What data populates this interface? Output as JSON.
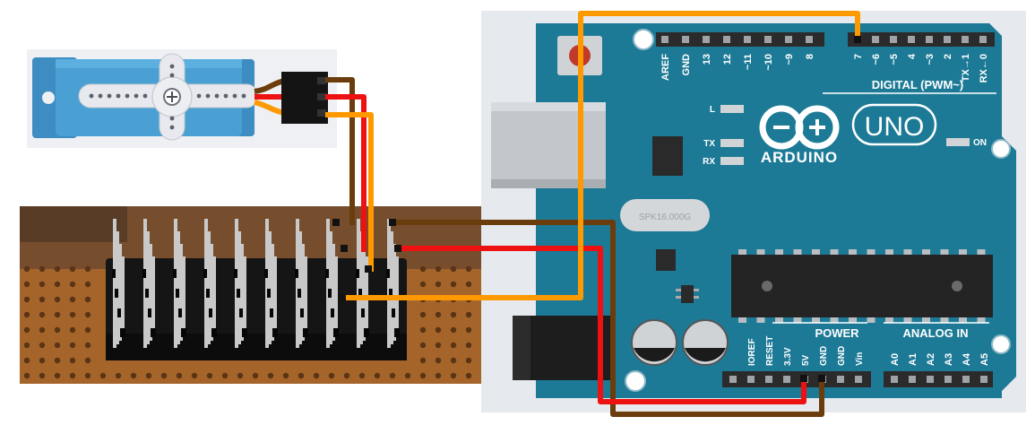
{
  "arduino": {
    "brand": "ARDUINO",
    "model": "UNO",
    "crystal_label": "SPK16.000G",
    "digital_header_title": "DIGITAL (PWM~)",
    "digital_pins": [
      "AREF",
      "GND",
      "13",
      "12",
      "~11",
      "~10",
      "~9",
      "8",
      "7",
      "~6",
      "~5",
      "4",
      "~3",
      "2",
      "TX→1",
      "RX←0"
    ],
    "led_labels": {
      "l": "L",
      "tx": "TX",
      "rx": "RX",
      "on": "ON"
    },
    "power_title": "POWER",
    "power_pins": [
      "IOREF",
      "RESET",
      "3.3V",
      "5V",
      "GND",
      "GND",
      "Vin"
    ],
    "analog_title": "ANALOG IN",
    "analog_pins": [
      "A0",
      "A1",
      "A2",
      "A3",
      "A4",
      "A5"
    ]
  },
  "wire_colors": {
    "signal": "#ff9900",
    "power": "#ee1111",
    "ground": "#6b3c0c"
  },
  "board_colors": {
    "arduino_body": "#1d7a96",
    "servo_body": "#4a9fd3",
    "perfboard": "#b46e2d"
  }
}
